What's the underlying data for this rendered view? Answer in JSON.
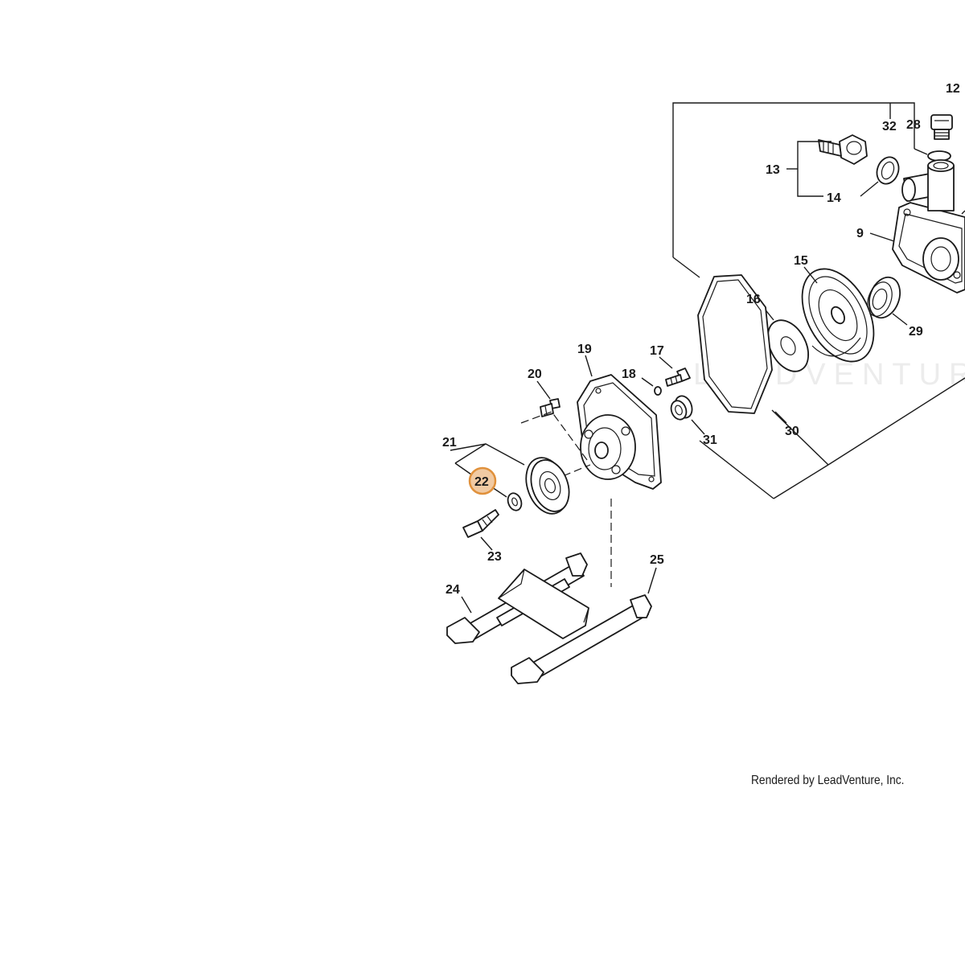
{
  "diagram": {
    "callouts": [
      {
        "id": "12",
        "label": "12"
      },
      {
        "id": "32",
        "label": "32"
      },
      {
        "id": "28",
        "label": "28"
      },
      {
        "id": "13",
        "label": "13"
      },
      {
        "id": "14",
        "label": "14"
      },
      {
        "id": "9",
        "label": "9"
      },
      {
        "id": "15",
        "label": "15"
      },
      {
        "id": "16",
        "label": "16"
      },
      {
        "id": "29",
        "label": "29"
      },
      {
        "id": "19",
        "label": "19"
      },
      {
        "id": "17",
        "label": "17"
      },
      {
        "id": "18",
        "label": "18"
      },
      {
        "id": "20",
        "label": "20"
      },
      {
        "id": "31",
        "label": "31"
      },
      {
        "id": "30",
        "label": "30"
      },
      {
        "id": "21",
        "label": "21"
      },
      {
        "id": "22",
        "label": "22"
      },
      {
        "id": "23",
        "label": "23"
      },
      {
        "id": "24",
        "label": "24"
      },
      {
        "id": "25",
        "label": "25"
      }
    ],
    "highlighted": "22",
    "highlight_color": "#e8a765",
    "watermark": "LEADVENTURE"
  },
  "footer": {
    "credit": "Rendered by LeadVenture, Inc."
  }
}
